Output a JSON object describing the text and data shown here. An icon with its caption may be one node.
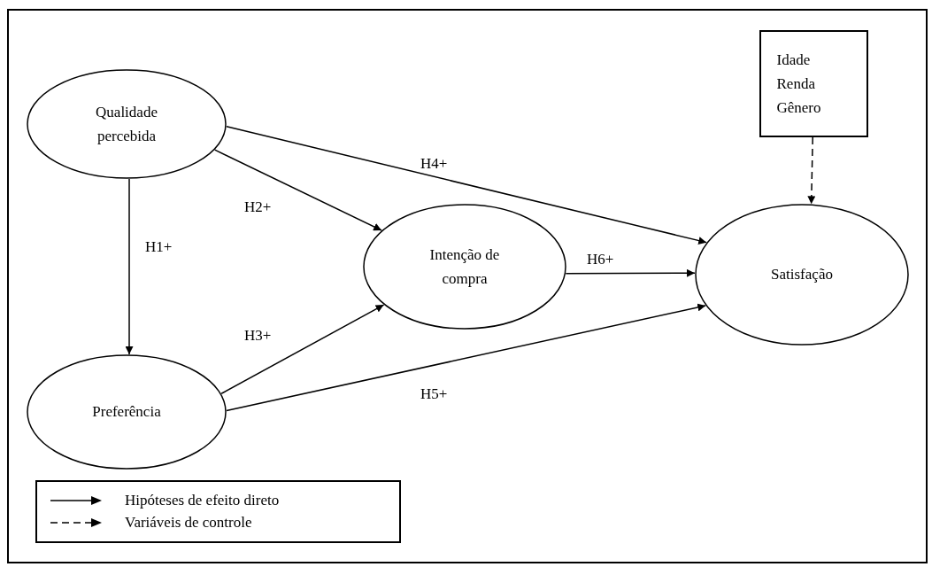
{
  "diagram": {
    "nodes": [
      {
        "text": [
          "Qualidade percebida"
        ]
      },
      {
        "text": [
          "Idade Renda Gênero"
        ]
      },
      {
        "text": [
          "Intenção de compra"
        ]
      },
      {
        "text": [
          "Satisfação"
        ]
      },
      {
        "text": [
          "Preferência"
        ]
      }
    ],
    "edges": [
      {
        "from": 0,
        "to": 4,
        "arrow": "to",
        "label": "H1+"
      },
      {
        "from": 0,
        "to": 2,
        "arrow": "to",
        "label": "H2+"
      },
      {
        "from": 4,
        "to": 2,
        "arrow": "to",
        "label": "H3+"
      },
      {
        "from": 0,
        "to": 3,
        "arrow": "to",
        "label": "H4+"
      },
      {
        "from": 4,
        "to": 3,
        "arrow": "to",
        "label": "H5+"
      },
      {
        "from": 2,
        "to": 3,
        "arrow": "to",
        "label": "H6+"
      },
      {
        "from": 1,
        "to": 3,
        "arrow": "to",
        "style": "dashed"
      }
    ],
    "legend": [
      {
        "text": "Hipóteses de efeito direto"
      },
      {
        "text": "Variáveis de controle"
      }
    ]
  }
}
